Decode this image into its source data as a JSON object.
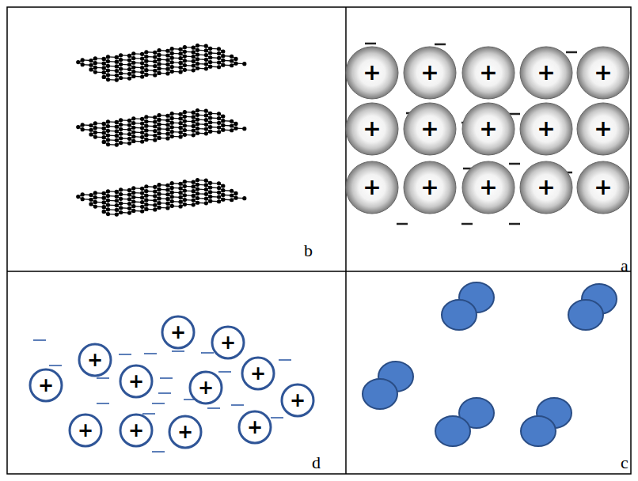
{
  "diagram": {
    "nodes": [
      {
        "text": [
          "+"
        ]
      },
      {
        "text": [
          "+"
        ]
      },
      {
        "text": [
          "+"
        ]
      },
      {
        "text": [
          "+"
        ]
      },
      {
        "text": [
          "+"
        ]
      },
      {
        "text": [
          "+"
        ]
      },
      {
        "text": [
          "+"
        ]
      },
      {
        "text": [
          "+"
        ]
      },
      {
        "text": [
          "+"
        ]
      },
      {
        "text": [
          "+"
        ]
      },
      {
        "text": [
          "+"
        ]
      },
      {
        "text": [
          "+"
        ]
      },
      {
        "text": [
          "+"
        ]
      },
      {
        "text": [
          "+"
        ]
      },
      {
        "text": [
          "+"
        ]
      },
      {
        "text": [
          "+"
        ]
      },
      {
        "text": [
          "+"
        ]
      },
      {
        "text": [
          "+"
        ]
      },
      {
        "text": [
          "+"
        ]
      },
      {
        "text": [
          "+"
        ]
      },
      {
        "text": [
          "+"
        ]
      },
      {
        "text": [
          "+"
        ]
      },
      {
        "text": [
          "+"
        ]
      },
      {
        "text": [
          "+"
        ]
      },
      {
        "text": [
          "+"
        ]
      },
      {
        "text": [
          "+"
        ]
      },
      {
        "text": [
          "+"
        ]
      }
    ],
    "labels": [
      "b",
      "a",
      "d",
      "c"
    ]
  }
}
